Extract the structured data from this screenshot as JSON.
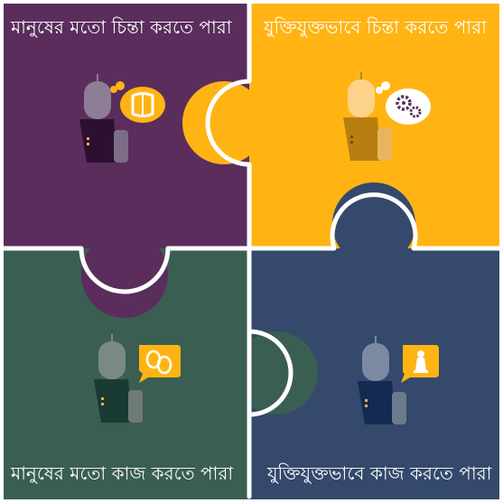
{
  "quadrants": {
    "top_left": {
      "label": "মানুষের মতো চিন্তা করতে পারা",
      "color": "#5a2d5c",
      "icon": "brain-icon"
    },
    "top_right": {
      "label": "যুক্তিযুক্তভাবে চিন্তা করতে পারা",
      "color": "#ffb414",
      "icon": "gears-icon"
    },
    "bottom_left": {
      "label": "মানুষের মতো কাজ করতে পারা",
      "color": "#3a5e52",
      "icon": "theater-masks-icon"
    },
    "bottom_right": {
      "label": "যুক্তিযুক্তভাবে কাজ করতে পারা",
      "color": "#34496b",
      "icon": "chess-pawn-icon"
    }
  }
}
